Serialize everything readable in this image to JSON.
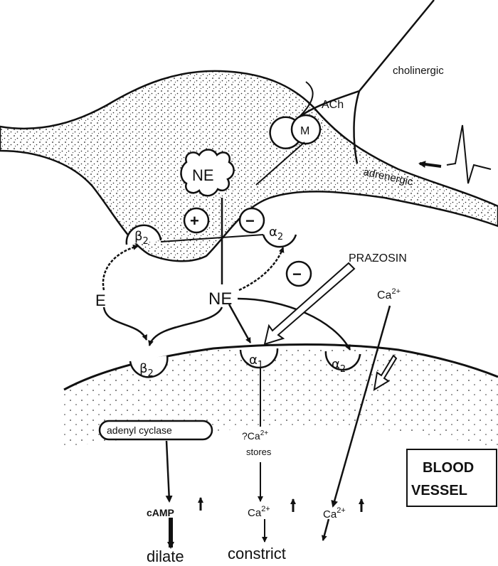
{
  "labels": {
    "cholinergic": "cholinergic",
    "ach": "ACh",
    "m": "M",
    "adrenergic": "adrenergic",
    "ne_vesicle": "NE",
    "plus": "+",
    "minus": "−",
    "beta2_pre": "β",
    "beta2_pre_sub": "2",
    "alpha2_pre": "α",
    "alpha2_pre_sub": "2",
    "e": "E",
    "ne_released": "NE",
    "prazosin": "PRAZOSIN",
    "prazosin_minus": "−",
    "ca_base": "Ca",
    "ca_sup": "2+",
    "beta2_post": "β",
    "beta2_post_sub": "2",
    "alpha1_post": "α",
    "alpha1_post_sub": "1",
    "alpha2_post": "α",
    "alpha2_post_sub": "2",
    "adenyl_cyclase": "adenyl cyclase",
    "ca_stores_q": "?Ca",
    "ca_stores_sup": "2+",
    "stores": "stores",
    "camp": "cAMP",
    "ca_left": "Ca",
    "ca_left_sup": "2+",
    "ca_right": "Ca",
    "ca_right_sup": "2+",
    "dilate": "dilate",
    "constrict": "constrict",
    "blood": "BLOOD",
    "vessel": "VESSEL"
  }
}
